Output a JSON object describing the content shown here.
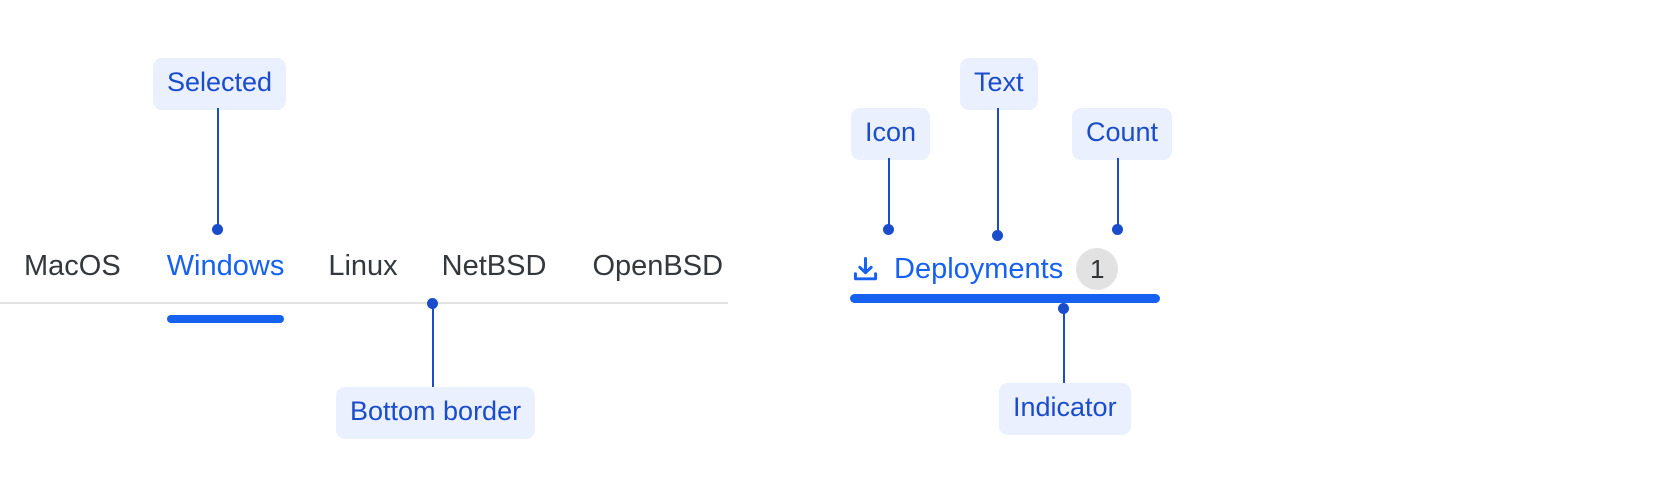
{
  "colors": {
    "accent_blue": "#1761f0",
    "annotation_blue": "#1a4ccb",
    "annotation_bg": "#eaf0fd",
    "tab_text": "#34383c",
    "border_gray": "#e3e3e3",
    "badge_bg": "#e2e2e2",
    "badge_text": "#2f3336",
    "page_bg": "#ffffff"
  },
  "os_tabbar": {
    "name": "operating-system-tabs",
    "tabs": [
      {
        "label": "MacOS",
        "selected": false
      },
      {
        "label": "Windows",
        "selected": true
      },
      {
        "label": "Linux",
        "selected": false
      },
      {
        "label": "NetBSD",
        "selected": false
      },
      {
        "label": "OpenBSD",
        "selected": false
      }
    ]
  },
  "deploy_tabbar": {
    "name": "deployments-tab",
    "icon": "download-icon",
    "label": "Deployments",
    "count": "1",
    "selected": true
  },
  "annotations": [
    {
      "id": "selected",
      "label": "Selected",
      "points_to": "selected-tab-label",
      "direction": "down"
    },
    {
      "id": "bottom-border",
      "label": "Bottom border",
      "points_to": "tabbar-bottom-border",
      "direction": "up"
    },
    {
      "id": "icon",
      "label": "Icon",
      "points_to": "deploy-icon",
      "direction": "down"
    },
    {
      "id": "text",
      "label": "Text",
      "points_to": "deploy-label",
      "direction": "down"
    },
    {
      "id": "count",
      "label": "Count",
      "points_to": "deploy-count",
      "direction": "down"
    },
    {
      "id": "indicator",
      "label": "Indicator",
      "points_to": "deploy-indicator",
      "direction": "up"
    }
  ]
}
